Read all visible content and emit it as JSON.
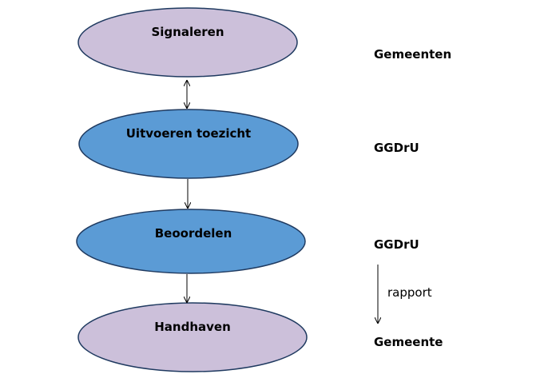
{
  "nodes": [
    {
      "label": "Signaleren",
      "color": "#ccc0da"
    },
    {
      "label": "Uitvoeren toezicht",
      "color": "#5b9bd5"
    },
    {
      "label": "Beoordelen",
      "color": "#5b9bd5"
    },
    {
      "label": "Handhaven",
      "color": "#ccc0da"
    }
  ],
  "actors": [
    "Gemeenten",
    "GGDrU",
    "GGDrU",
    "Gemeente"
  ],
  "arrow_label": "rapport"
}
